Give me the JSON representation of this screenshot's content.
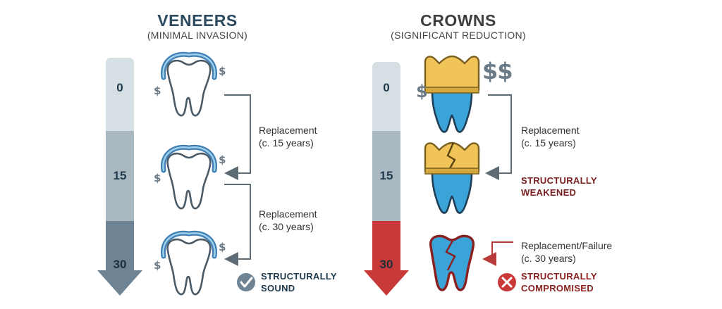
{
  "veneers": {
    "title": "VENEERS",
    "subtitle": "(MINIMAL INVASION)",
    "ticks": [
      "0",
      "15",
      "30"
    ],
    "notes": [
      {
        "line1": "Replacement",
        "line2": "(c. 15 years)"
      },
      {
        "line1": "Replacement",
        "line2": "(c. 30 years)"
      }
    ],
    "status": {
      "line1": "STRUCTURALLY",
      "line2": "SOUND",
      "icon": "check-circle-icon"
    },
    "cost_symbol": "$"
  },
  "crowns": {
    "title": "CROWNS",
    "subtitle": "(SIGNIFICANT REDUCTION)",
    "ticks": [
      "0",
      "15",
      "30"
    ],
    "notes": [
      {
        "line1": "Replacement",
        "line2": "(c. 15 years)"
      },
      {
        "line1": "Replacement/Failure",
        "line2": "(c. 30 years)"
      }
    ],
    "weakened": {
      "line1": "STRUCTURALLY",
      "line2": "WEAKENED"
    },
    "status": {
      "line1": "STRUCTURALLY",
      "line2": "COMPROMISED",
      "icon": "x-circle-icon"
    },
    "cost_symbol_small": "$",
    "cost_symbol_large": "$$"
  },
  "colors": {
    "veneer_outline": "#3f7fb3",
    "tooth_outline": "#4a5a66",
    "crown_gold": "#f1c45a",
    "root_blue": "#3aa3d8",
    "arrow_light": "#d6dfe4",
    "arrow_mid": "#aab8c2",
    "arrow_dark": "#6e8494",
    "arrow_red": "#c83a3a",
    "weak_text": "#7a2020"
  }
}
